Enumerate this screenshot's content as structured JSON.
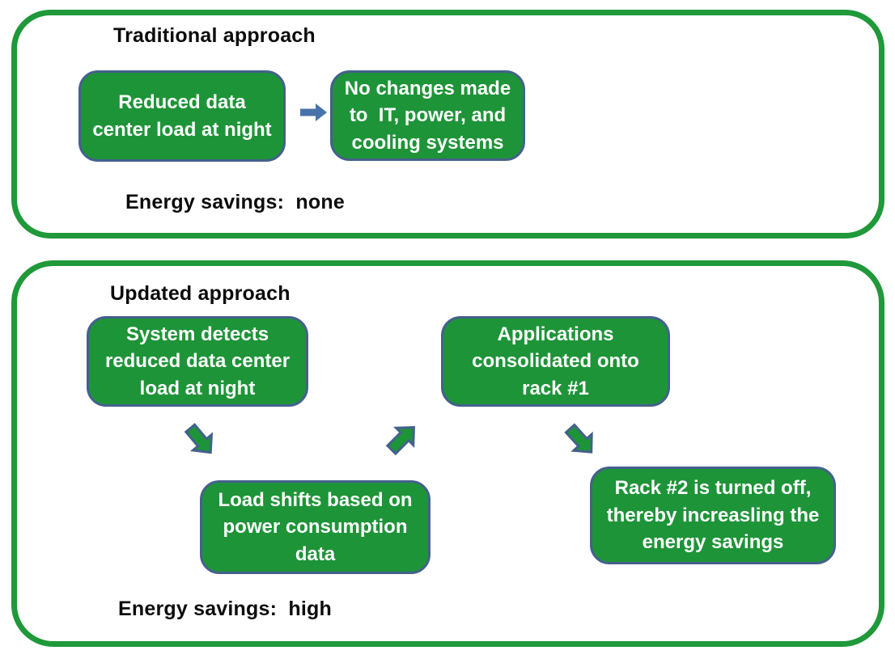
{
  "colors": {
    "container_border_green": "#1f9939",
    "box_fill_green": "#1e9438",
    "box_border_blue": "#44618c",
    "connector_arrow_blue": "#4773ab",
    "heading_text": "#0c0c0c",
    "box_text": "#ffffff",
    "background": "#ffffff"
  },
  "top_panel": {
    "title": "Traditional approach",
    "boxes": {
      "reduced_load": "Reduced data\ncenter load at night",
      "no_changes": "No changes made\nto  IT, power, and\ncooling systems"
    },
    "savings": "Energy savings:  none"
  },
  "bottom_panel": {
    "title": "Updated approach",
    "boxes": {
      "system_detects": "System detects\nreduced data center\nload at night",
      "applications": "Applications\nconsolidated onto\nrack #1",
      "load_shifts": "Load shifts based on\npower consumption\ndata",
      "rack_off": "Rack #2 is turned off,\nthereby increasling the\nenergy savings"
    },
    "savings": "Energy savings:  high"
  },
  "icons": {
    "right_arrow": "right-arrow",
    "down_right_arrow_1": "down-right-arrow",
    "up_right_arrow": "up-right-arrow",
    "down_right_arrow_2": "down-right-arrow"
  }
}
